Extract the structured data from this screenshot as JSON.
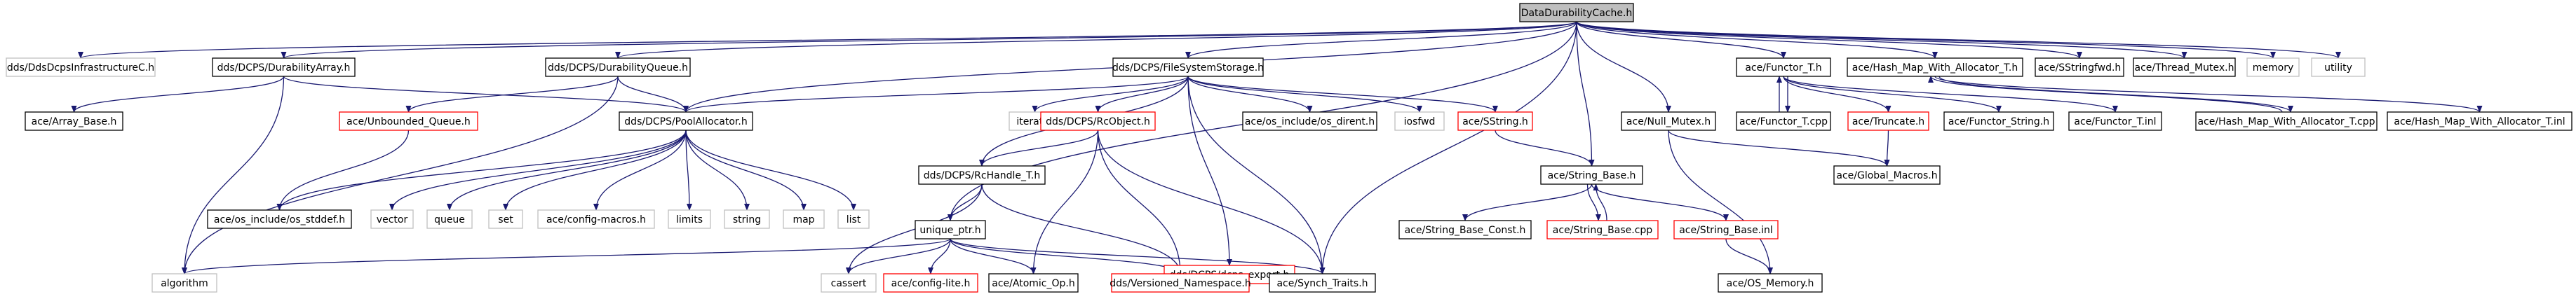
{
  "title": "DataDurabilityCache.h",
  "nodes": [
    {
      "id": "root",
      "label": "DataDurabilityCache.h",
      "style": "root"
    },
    {
      "id": "n1",
      "label": "dds/DdsDcpsInfrastructureC.h",
      "style": "grey"
    },
    {
      "id": "n2",
      "label": "dds/DCPS/DurabilityArray.h",
      "style": "black"
    },
    {
      "id": "n3",
      "label": "dds/DCPS/DurabilityQueue.h",
      "style": "black"
    },
    {
      "id": "n4",
      "label": "dds/DCPS/FileSystemStorage.h",
      "style": "black"
    },
    {
      "id": "n5",
      "label": "ace/Functor_T.h",
      "style": "black"
    },
    {
      "id": "n6",
      "label": "ace/Hash_Map_With_Allocator_T.h",
      "style": "black"
    },
    {
      "id": "n7",
      "label": "ace/SStringfwd.h",
      "style": "black"
    },
    {
      "id": "n8",
      "label": "ace/Thread_Mutex.h",
      "style": "black"
    },
    {
      "id": "n9",
      "label": "memory",
      "style": "grey"
    },
    {
      "id": "n10",
      "label": "utility",
      "style": "grey"
    },
    {
      "id": "n11",
      "label": "ace/Array_Base.h",
      "style": "black"
    },
    {
      "id": "n12",
      "label": "ace/Unbounded_Queue.h",
      "style": "red"
    },
    {
      "id": "n13",
      "label": "dds/DCPS/PoolAllocator.h",
      "style": "black"
    },
    {
      "id": "n14",
      "label": "iterator",
      "style": "grey"
    },
    {
      "id": "n15",
      "label": "dds/DCPS/RcObject.h",
      "style": "red"
    },
    {
      "id": "n16",
      "label": "ace/os_include/os_dirent.h",
      "style": "black"
    },
    {
      "id": "n17",
      "label": "iosfwd",
      "style": "grey"
    },
    {
      "id": "n18",
      "label": "ace/SString.h",
      "style": "red"
    },
    {
      "id": "n19",
      "label": "ace/Null_Mutex.h",
      "style": "black"
    },
    {
      "id": "n20",
      "label": "ace/Functor_T.cpp",
      "style": "black"
    },
    {
      "id": "n21",
      "label": "ace/Truncate.h",
      "style": "red"
    },
    {
      "id": "n22",
      "label": "ace/Functor_String.h",
      "style": "black"
    },
    {
      "id": "n23",
      "label": "ace/Functor_T.inl",
      "style": "black"
    },
    {
      "id": "n24",
      "label": "ace/Hash_Map_With_Allocator_T.cpp",
      "style": "black"
    },
    {
      "id": "n25",
      "label": "ace/Hash_Map_With_Allocator_T.inl",
      "style": "black"
    },
    {
      "id": "n26",
      "label": "ace/os_include/os_stddef.h",
      "style": "black"
    },
    {
      "id": "n27",
      "label": "vector",
      "style": "grey"
    },
    {
      "id": "n28",
      "label": "queue",
      "style": "grey"
    },
    {
      "id": "n29",
      "label": "set",
      "style": "grey"
    },
    {
      "id": "n30",
      "label": "ace/config-macros.h",
      "style": "grey"
    },
    {
      "id": "n31",
      "label": "limits",
      "style": "grey"
    },
    {
      "id": "n32",
      "label": "string",
      "style": "grey"
    },
    {
      "id": "n33",
      "label": "map",
      "style": "grey"
    },
    {
      "id": "n34",
      "label": "list",
      "style": "grey"
    },
    {
      "id": "n35",
      "label": "dds/DCPS/RcHandle_T.h",
      "style": "black"
    },
    {
      "id": "n36",
      "label": "ace/String_Base.h",
      "style": "black"
    },
    {
      "id": "n37",
      "label": "ace/Global_Macros.h",
      "style": "black"
    },
    {
      "id": "n38",
      "label": "dds/DCPS/dcps_export.h",
      "style": "red"
    },
    {
      "id": "n39",
      "label": "ace/String_Base_Const.h",
      "style": "black"
    },
    {
      "id": "n40",
      "label": "ace/String_Base.cpp",
      "style": "red"
    },
    {
      "id": "n41",
      "label": "ace/String_Base.inl",
      "style": "red"
    },
    {
      "id": "n42",
      "label": "unique_ptr.h",
      "style": "black"
    },
    {
      "id": "n43",
      "label": "algorithm",
      "style": "grey"
    },
    {
      "id": "n44",
      "label": "cassert",
      "style": "grey"
    },
    {
      "id": "n45",
      "label": "ace/config-lite.h",
      "style": "red"
    },
    {
      "id": "n46",
      "label": "ace/Atomic_Op.h",
      "style": "black"
    },
    {
      "id": "n47",
      "label": "dds/Versioned_Namespace.h",
      "style": "red"
    },
    {
      "id": "n48",
      "label": "ace/Synch_Traits.h",
      "style": "black"
    },
    {
      "id": "n49",
      "label": "ace/OS_Memory.h",
      "style": "black"
    }
  ],
  "edges": [
    [
      "root",
      "n1"
    ],
    [
      "root",
      "n2"
    ],
    [
      "root",
      "n3"
    ],
    [
      "root",
      "n4"
    ],
    [
      "root",
      "n5"
    ],
    [
      "root",
      "n6"
    ],
    [
      "root",
      "n7"
    ],
    [
      "root",
      "n8"
    ],
    [
      "root",
      "n9"
    ],
    [
      "root",
      "n10"
    ],
    [
      "root",
      "n13"
    ],
    [
      "root",
      "n19"
    ],
    [
      "root",
      "n36"
    ],
    [
      "root",
      "n42"
    ],
    [
      "root",
      "n48"
    ],
    [
      "n2",
      "n11"
    ],
    [
      "n2",
      "n43"
    ],
    [
      "n2",
      "n13"
    ],
    [
      "n3",
      "n12"
    ],
    [
      "n3",
      "n13"
    ],
    [
      "n3",
      "n43"
    ],
    [
      "n12",
      "n26"
    ],
    [
      "n13",
      "n27"
    ],
    [
      "n13",
      "n28"
    ],
    [
      "n13",
      "n29"
    ],
    [
      "n13",
      "n30"
    ],
    [
      "n13",
      "n31"
    ],
    [
      "n13",
      "n32"
    ],
    [
      "n13",
      "n33"
    ],
    [
      "n13",
      "n34"
    ],
    [
      "n13",
      "n26"
    ],
    [
      "n4",
      "n13"
    ],
    [
      "n4",
      "n14"
    ],
    [
      "n4",
      "n15"
    ],
    [
      "n4",
      "n16"
    ],
    [
      "n4",
      "n17"
    ],
    [
      "n4",
      "n18"
    ],
    [
      "n4",
      "n35"
    ],
    [
      "n4",
      "n38"
    ],
    [
      "n4",
      "n48"
    ],
    [
      "n15",
      "n35"
    ],
    [
      "n15",
      "n46"
    ],
    [
      "n15",
      "n47"
    ],
    [
      "n15",
      "n48"
    ],
    [
      "n35",
      "n42"
    ],
    [
      "n35",
      "n44"
    ],
    [
      "n35",
      "n47"
    ],
    [
      "n42",
      "n43"
    ],
    [
      "n42",
      "n44"
    ],
    [
      "n42",
      "n45"
    ],
    [
      "n42",
      "n46"
    ],
    [
      "n42",
      "n47"
    ],
    [
      "n42",
      "n48"
    ],
    [
      "n38",
      "n47"
    ],
    [
      "n18",
      "n36"
    ],
    [
      "n36",
      "n39"
    ],
    [
      "n36",
      "n40"
    ],
    [
      "n36",
      "n41"
    ],
    [
      "n40",
      "n36"
    ],
    [
      "n41",
      "n49"
    ],
    [
      "n19",
      "n37"
    ],
    [
      "n19",
      "n49"
    ],
    [
      "n5",
      "n20"
    ],
    [
      "n5",
      "n21"
    ],
    [
      "n5",
      "n22"
    ],
    [
      "n5",
      "n23"
    ],
    [
      "n20",
      "n5"
    ],
    [
      "n21",
      "n37"
    ],
    [
      "n6",
      "n24"
    ],
    [
      "n6",
      "n25"
    ],
    [
      "n24",
      "n6"
    ]
  ]
}
